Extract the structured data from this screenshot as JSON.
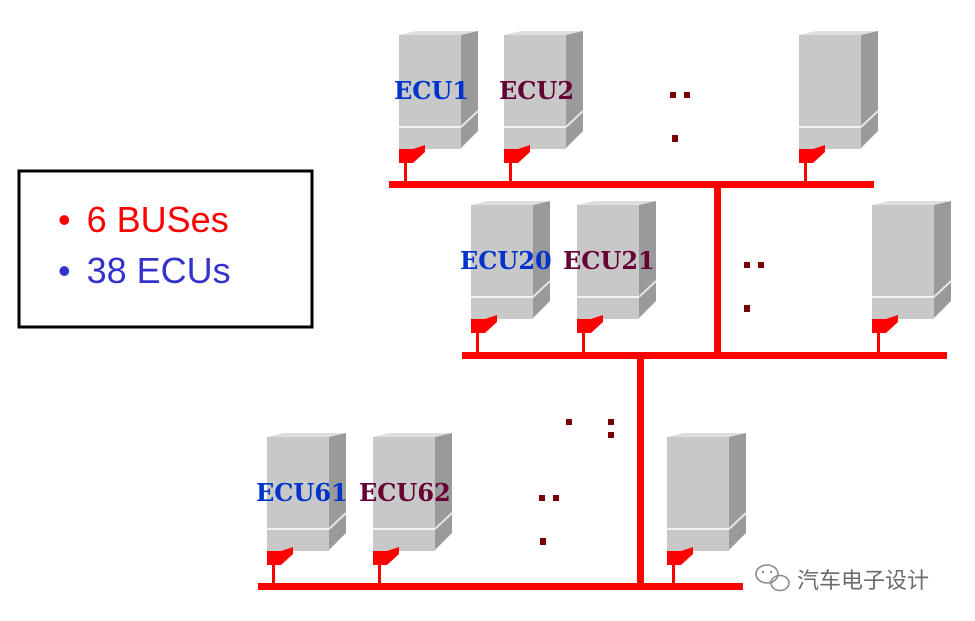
{
  "stats_box": {
    "items": [
      {
        "bullet": "•",
        "text": "6 BUSes",
        "color": "#ff0000"
      },
      {
        "bullet": "•",
        "text": "38 ECUs",
        "color": "#3333cc"
      }
    ]
  },
  "ecus": [
    {
      "label": "ECU1",
      "label_color": "#0033cc"
    },
    {
      "label": "ECU2",
      "label_color": "#660033"
    },
    {
      "label": "ECU20",
      "label_color": "#0033cc"
    },
    {
      "label": "ECU21",
      "label_color": "#660033"
    },
    {
      "label": "ECU61",
      "label_color": "#0033cc"
    },
    {
      "label": "ECU62",
      "label_color": "#660033"
    }
  ],
  "watermark": {
    "text": "汽车电子设计",
    "icon": "wechat-icon"
  },
  "colors": {
    "bus": "#ff0000",
    "ellipsis": "#7a0000",
    "box_front": "#c8c8c8",
    "box_side": "#9a9a9a",
    "box_top": "#dedede",
    "connector": "#ff0000"
  }
}
